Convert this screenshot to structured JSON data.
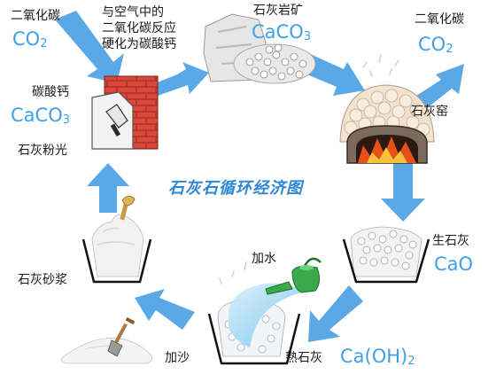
{
  "title": "石灰石循环经济图",
  "colors": {
    "arrow": "#5aa9e6",
    "chem_text": "#3da0e8",
    "title": "#2e86d6",
    "brick": "#c0392b",
    "fire": "#e8501a",
    "water": "#8fd0f0",
    "watering_can": "#3aa94a"
  },
  "nodes": {
    "co2_top_left": {
      "label": "二氧化碳",
      "formula": "CO",
      "sub": "2"
    },
    "reaction_note": {
      "lines": [
        "与空气中的",
        "二氧化碳反应",
        "硬化为碳酸钙"
      ]
    },
    "limestone_ore": {
      "label": "石灰岩矿",
      "formula": "CaCO",
      "sub": "3"
    },
    "co2_top_right": {
      "label": "二氧化碳",
      "formula": "CO",
      "sub": "2"
    },
    "calcium_carbonate": {
      "label": "碳酸钙",
      "formula": "CaCO",
      "sub": "3"
    },
    "lime_kiln": {
      "label": "石灰窑"
    },
    "lime_plaster": {
      "label": "石灰粉光"
    },
    "quicklime": {
      "label": "生石灰",
      "formula": "CaO"
    },
    "lime_mortar": {
      "label": "石灰砂浆"
    },
    "add_water": {
      "label": "加水"
    },
    "slaked_lime": {
      "label": "熟石灰",
      "formula": "Ca(OH)",
      "sub": "2"
    },
    "add_sand": {
      "label": "加沙"
    }
  }
}
